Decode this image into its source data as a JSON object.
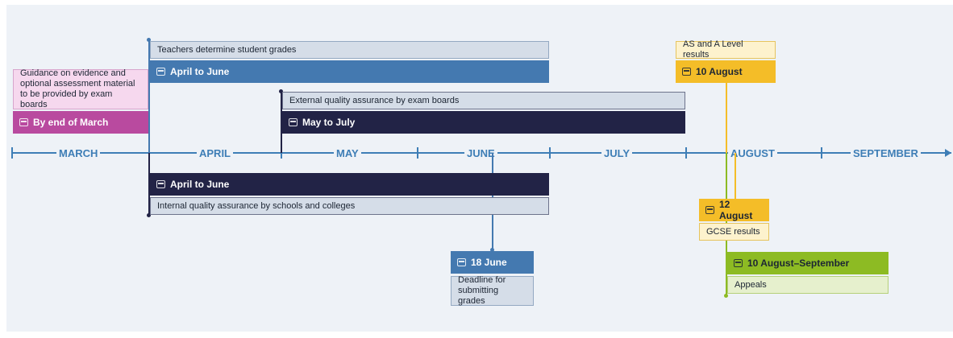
{
  "months": [
    "MARCH",
    "APRIL",
    "MAY",
    "JUNE",
    "JULY",
    "AUGUST",
    "SEPTEMBER"
  ],
  "events": {
    "guidance": {
      "label": "Guidance on evidence and optional assessment material to be provided by exam boards",
      "date": "By end of March"
    },
    "teachers": {
      "label": "Teachers determine student grades",
      "date": "April to June"
    },
    "external": {
      "label": "External quality assurance by exam boards",
      "date": "May to July"
    },
    "internal": {
      "label": "Internal quality assurance by schools and colleges",
      "date": "April to June"
    },
    "deadline": {
      "label": "Deadline for submitting grades",
      "date": "18 June"
    },
    "as_a_level": {
      "label": "AS and A Level results",
      "date": "10 August"
    },
    "gcse": {
      "label": "GCSE results",
      "date": "12 August"
    },
    "appeals": {
      "label": "Appeals",
      "date": "10 August–September"
    }
  },
  "colors": {
    "background": "#eef2f7",
    "axis": "#3e7eb6",
    "blue": "#4479b0",
    "navy": "#222346",
    "pink": "#b94a9f",
    "pink_light": "#f6d8ee",
    "gold": "#f4bd28",
    "gold_light": "#fdf2cd",
    "green": "#8dbb23",
    "green_light": "#e6f0cd",
    "grey_light": "#d5dde8"
  },
  "icons": [
    "calendar-icon"
  ]
}
